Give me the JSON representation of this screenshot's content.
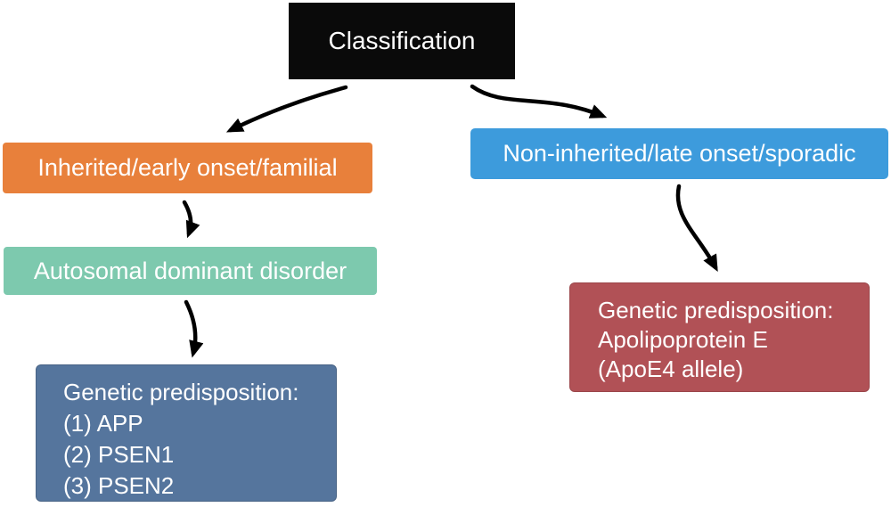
{
  "diagram": {
    "type": "flowchart",
    "background_color": "#ffffff",
    "arrow_color": "#000000",
    "text_color": "#ffffff",
    "nodes": {
      "classification": {
        "label": "Classification",
        "bg": "#0a0a0a"
      },
      "inherited": {
        "label": "Inherited/early onset/familial",
        "bg": "#e8803b"
      },
      "autosomal": {
        "label": "Autosomal dominant disorder",
        "bg": "#7dc9ae"
      },
      "genetic_familial": {
        "lines": [
          "Genetic predisposition:",
          "(1) APP",
          "(2) PSEN1",
          "(3) PSEN2"
        ],
        "bg": "#55759d"
      },
      "non_inherited": {
        "label": "Non-inherited/late onset/sporadic",
        "bg": "#3d9bdc"
      },
      "genetic_sporadic": {
        "lines": [
          "Genetic predisposition:",
          "Apolipoprotein E",
          "(ApoE4 allele)"
        ],
        "bg": "#b15156"
      }
    },
    "edges": [
      {
        "from": "classification",
        "to": "inherited"
      },
      {
        "from": "classification",
        "to": "non_inherited"
      },
      {
        "from": "inherited",
        "to": "autosomal"
      },
      {
        "from": "autosomal",
        "to": "genetic_familial"
      },
      {
        "from": "non_inherited",
        "to": "genetic_sporadic"
      }
    ]
  }
}
